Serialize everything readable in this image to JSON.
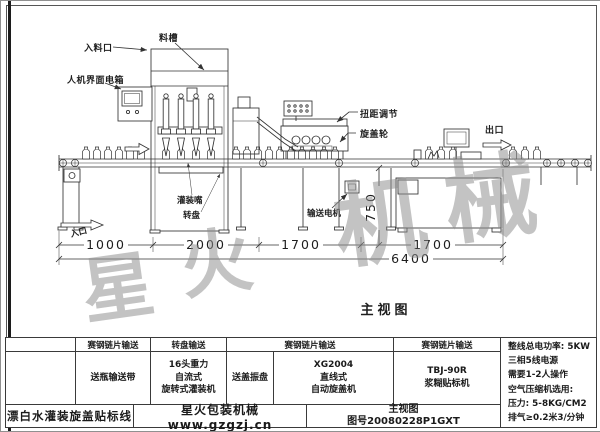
{
  "drawing": {
    "labels": {
      "feed_inlet": "入料口",
      "trough": "料槽",
      "hmi_box": "人机界面电箱",
      "torque_adjust": "扭距调节",
      "cap_wheel": "旋盖轮",
      "outlet": "出口",
      "filling_nozzle": "灌装嘴",
      "turntable": "转盘",
      "conveyor_motor": "输送电机",
      "inlet": "入口",
      "view_title": "主视图"
    },
    "dimensions": {
      "seg1": "1000",
      "seg2": "2000",
      "seg3": "1700",
      "seg4": "1700",
      "total": "6400",
      "height": "750"
    },
    "watermark": [
      "星",
      "火",
      "机",
      "械"
    ]
  },
  "table": {
    "headers": [
      "赛钢链片输送",
      "转盘输送",
      "赛钢链片输送",
      "赛钢链片输送"
    ],
    "row": {
      "feed_belt": "送瓶输送带",
      "filler": [
        "16头重力",
        "自流式",
        "旋转式灌装机"
      ],
      "cap_bowl": "送盖振盘",
      "capper": [
        "XG2004",
        "直线式",
        "自动旋盖机"
      ],
      "labeler": [
        "TBJ-90R",
        "浆糊贴标机"
      ]
    },
    "specs": [
      "整线总电功率: 5KW",
      "三相5线电源",
      "需要1-2人操作",
      "空气压缩机选用:",
      "压力: 5-8KG/CM2",
      "排气≥0.2米3/分钟"
    ]
  },
  "title_block": {
    "line_name": "漂白水灌装旋盖贴标线",
    "company": "星火包装机械 www.gzgzj.cn",
    "view_label": "主视图",
    "drawing_no": "图号20080228P1GXT"
  }
}
